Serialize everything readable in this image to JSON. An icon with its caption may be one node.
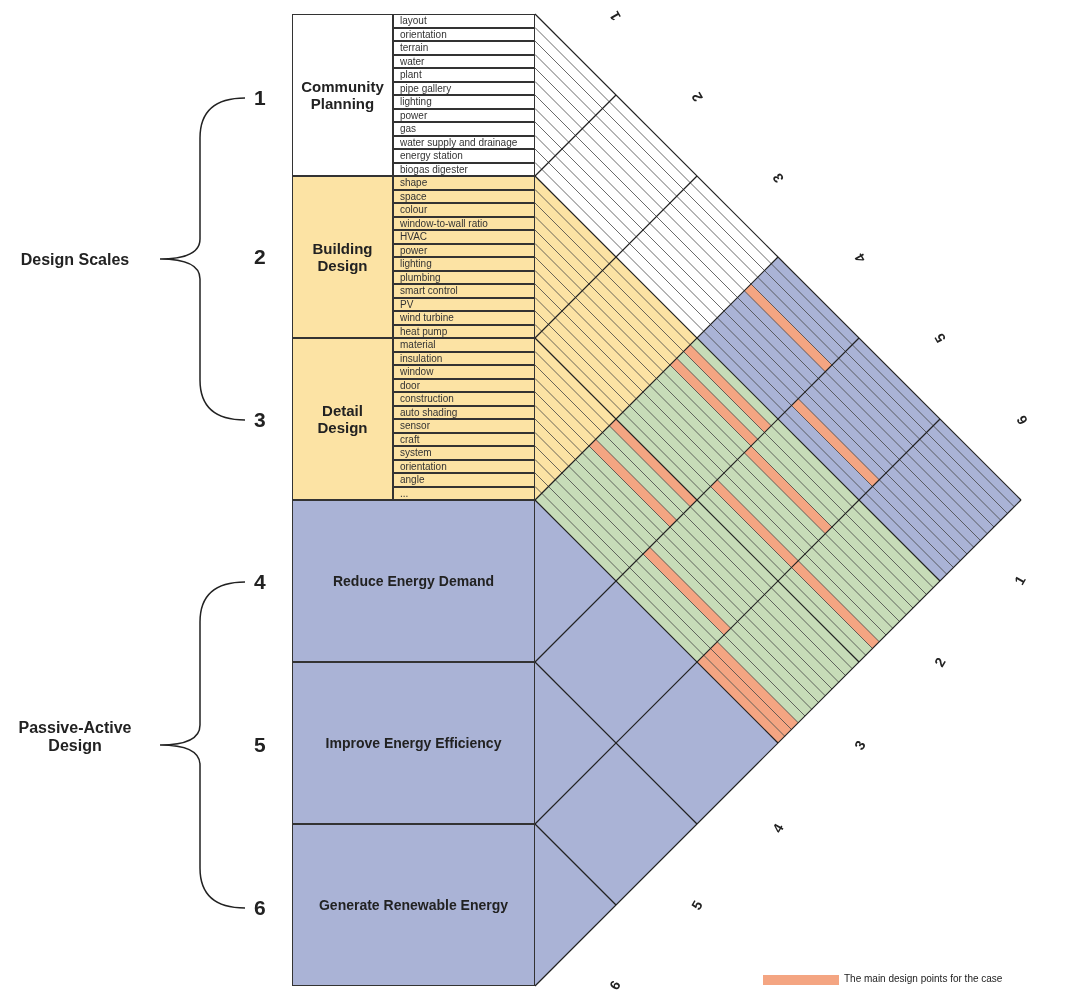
{
  "diagram": {
    "nodes": [
      {
        "text": [
          "Community Planning"
        ]
      },
      {
        "text": [
          "layout"
        ]
      },
      {
        "text": [
          "orientation"
        ]
      },
      {
        "text": [
          "terrain"
        ]
      },
      {
        "text": [
          "water"
        ]
      },
      {
        "text": [
          "plant"
        ]
      },
      {
        "text": [
          "pipe gallery"
        ]
      },
      {
        "text": [
          "lighting"
        ]
      },
      {
        "text": [
          "power"
        ]
      },
      {
        "text": [
          "gas"
        ]
      },
      {
        "text": [
          "water supply and drainage"
        ]
      },
      {
        "text": [
          "energy station"
        ]
      },
      {
        "text": [
          "biogas digester"
        ]
      },
      {
        "text": [
          "Building Design"
        ]
      },
      {
        "text": [
          "shape"
        ]
      },
      {
        "text": [
          "space"
        ]
      },
      {
        "text": [
          "colour"
        ]
      },
      {
        "text": [
          "window-to-wall ratio"
        ]
      },
      {
        "text": [
          "HVAC"
        ]
      },
      {
        "text": [
          "power"
        ]
      },
      {
        "text": [
          "lighting"
        ]
      },
      {
        "text": [
          "plumbing"
        ]
      },
      {
        "text": [
          "smart control"
        ]
      },
      {
        "text": [
          "PV"
        ]
      },
      {
        "text": [
          "wind turbine"
        ]
      },
      {
        "text": [
          "heat pump"
        ]
      },
      {
        "text": [
          "Detail Design"
        ]
      },
      {
        "text": [
          "material"
        ]
      },
      {
        "text": [
          "insulation"
        ]
      },
      {
        "text": [
          "window"
        ]
      },
      {
        "text": [
          "door"
        ]
      },
      {
        "text": [
          "construction"
        ]
      },
      {
        "text": [
          "auto shading"
        ]
      },
      {
        "text": [
          "sensor"
        ]
      },
      {
        "text": [
          "craft"
        ]
      },
      {
        "text": [
          "system"
        ]
      },
      {
        "text": [
          "orientation"
        ]
      },
      {
        "text": [
          "angle"
        ]
      },
      {
        "text": [
          "..."
        ]
      },
      {
        "text": [
          "Reduce Energy Demand"
        ]
      },
      {
        "text": [
          "Improve Energy Efficiency"
        ]
      },
      {
        "text": [
          "Generate Renewable Energy"
        ]
      }
    ],
    "labels": [
      "1",
      "2",
      "3",
      "4",
      "5",
      "6",
      "Design Scales",
      "Passive-Active Design",
      "1",
      "2",
      "3",
      "4",
      "5",
      "6",
      "1",
      "2",
      "3",
      "4",
      "5",
      "6"
    ],
    "legend": [
      {
        "text": "The main design points for the case",
        "color": "#f4a582"
      }
    ]
  }
}
